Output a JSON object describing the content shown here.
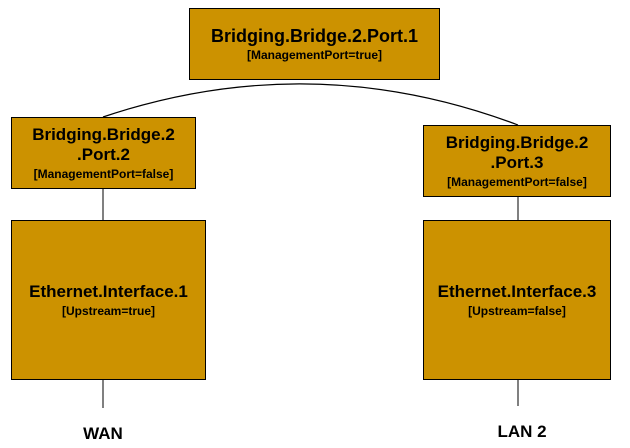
{
  "colors": {
    "node_fill": "#CC9200",
    "border": "#000000",
    "connector": "#000000"
  },
  "nodes": {
    "root": {
      "title": "Bridging.Bridge.2.Port.1",
      "attr": "[ManagementPort=true]"
    },
    "port2": {
      "title_line1": "Bridging.Bridge.2",
      "title_line2": ".Port.2",
      "attr": "[ManagementPort=false]"
    },
    "port3": {
      "title_line1": "Bridging.Bridge.2",
      "title_line2": ".Port.3",
      "attr": "[ManagementPort=false]"
    },
    "eth1": {
      "title": "Ethernet.Interface.1",
      "attr": "[Upstream=true]"
    },
    "eth3": {
      "title": "Ethernet.Interface.3",
      "attr": "[Upstream=false]"
    }
  },
  "labels": {
    "wan": "WAN",
    "lan2": "LAN 2"
  }
}
